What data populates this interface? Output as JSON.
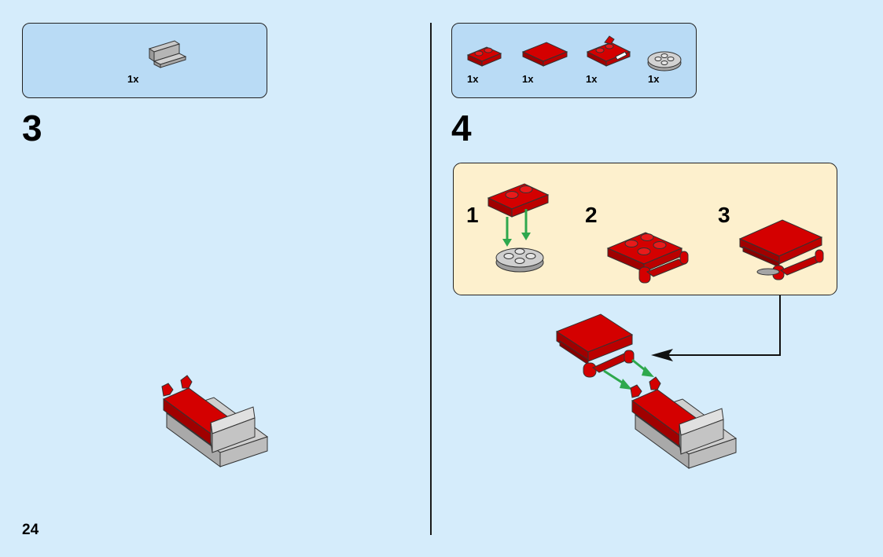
{
  "step3": {
    "number": "3",
    "parts": [
      {
        "qty": "1x",
        "icon": "gray-bracket-icon"
      }
    ]
  },
  "step4": {
    "number": "4",
    "parts": [
      {
        "qty": "1x",
        "icon": "red-plate-1x2-icon"
      },
      {
        "qty": "1x",
        "icon": "red-tile-2x2-icon"
      },
      {
        "qty": "1x",
        "icon": "red-plate-with-clips-icon"
      },
      {
        "qty": "1x",
        "icon": "gray-round-plate-icon"
      }
    ],
    "substeps": [
      "1",
      "2",
      "3"
    ]
  },
  "page_number": "24",
  "colors": {
    "background": "#d5ecfb",
    "parts_box": "#b9dbf5",
    "substep_box": "#fdf0cd",
    "brick_red": "#d40000",
    "brick_gray": "#b8b8b8",
    "arrow_green": "#2ea84d"
  }
}
